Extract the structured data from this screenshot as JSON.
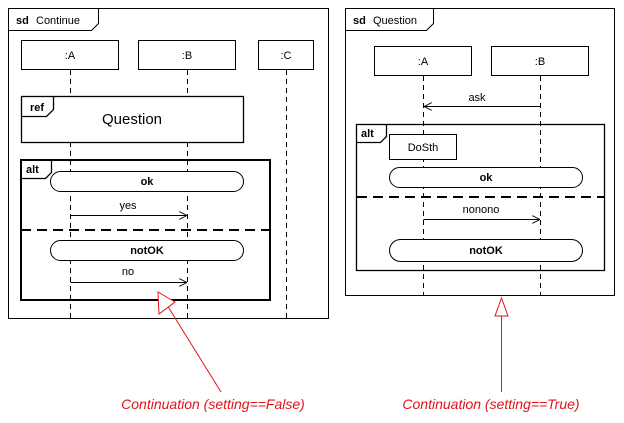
{
  "colors": {
    "line": "#000000",
    "annotation": "#e0131a",
    "background": "#ffffff"
  },
  "left_frame": {
    "kind": "sd",
    "name": "Continue",
    "lifelines": [
      ":A",
      ":B",
      ":C"
    ],
    "ref": {
      "keyword": "ref",
      "name": "Question"
    },
    "alt": {
      "keyword": "alt",
      "operand1": {
        "continuation": "ok",
        "message": "yes"
      },
      "operand2": {
        "continuation": "notOK",
        "message": "no"
      }
    },
    "annotation": "Continuation (setting==False)"
  },
  "right_frame": {
    "kind": "sd",
    "name": "Question",
    "lifelines": [
      ":A",
      ":B"
    ],
    "message": "ask",
    "alt": {
      "keyword": "alt",
      "operand1": {
        "action": "DoSth",
        "continuation": "ok",
        "message": "nonono"
      },
      "operand2": {
        "continuation": "notOK"
      }
    },
    "annotation": "Continuation (setting==True)"
  }
}
